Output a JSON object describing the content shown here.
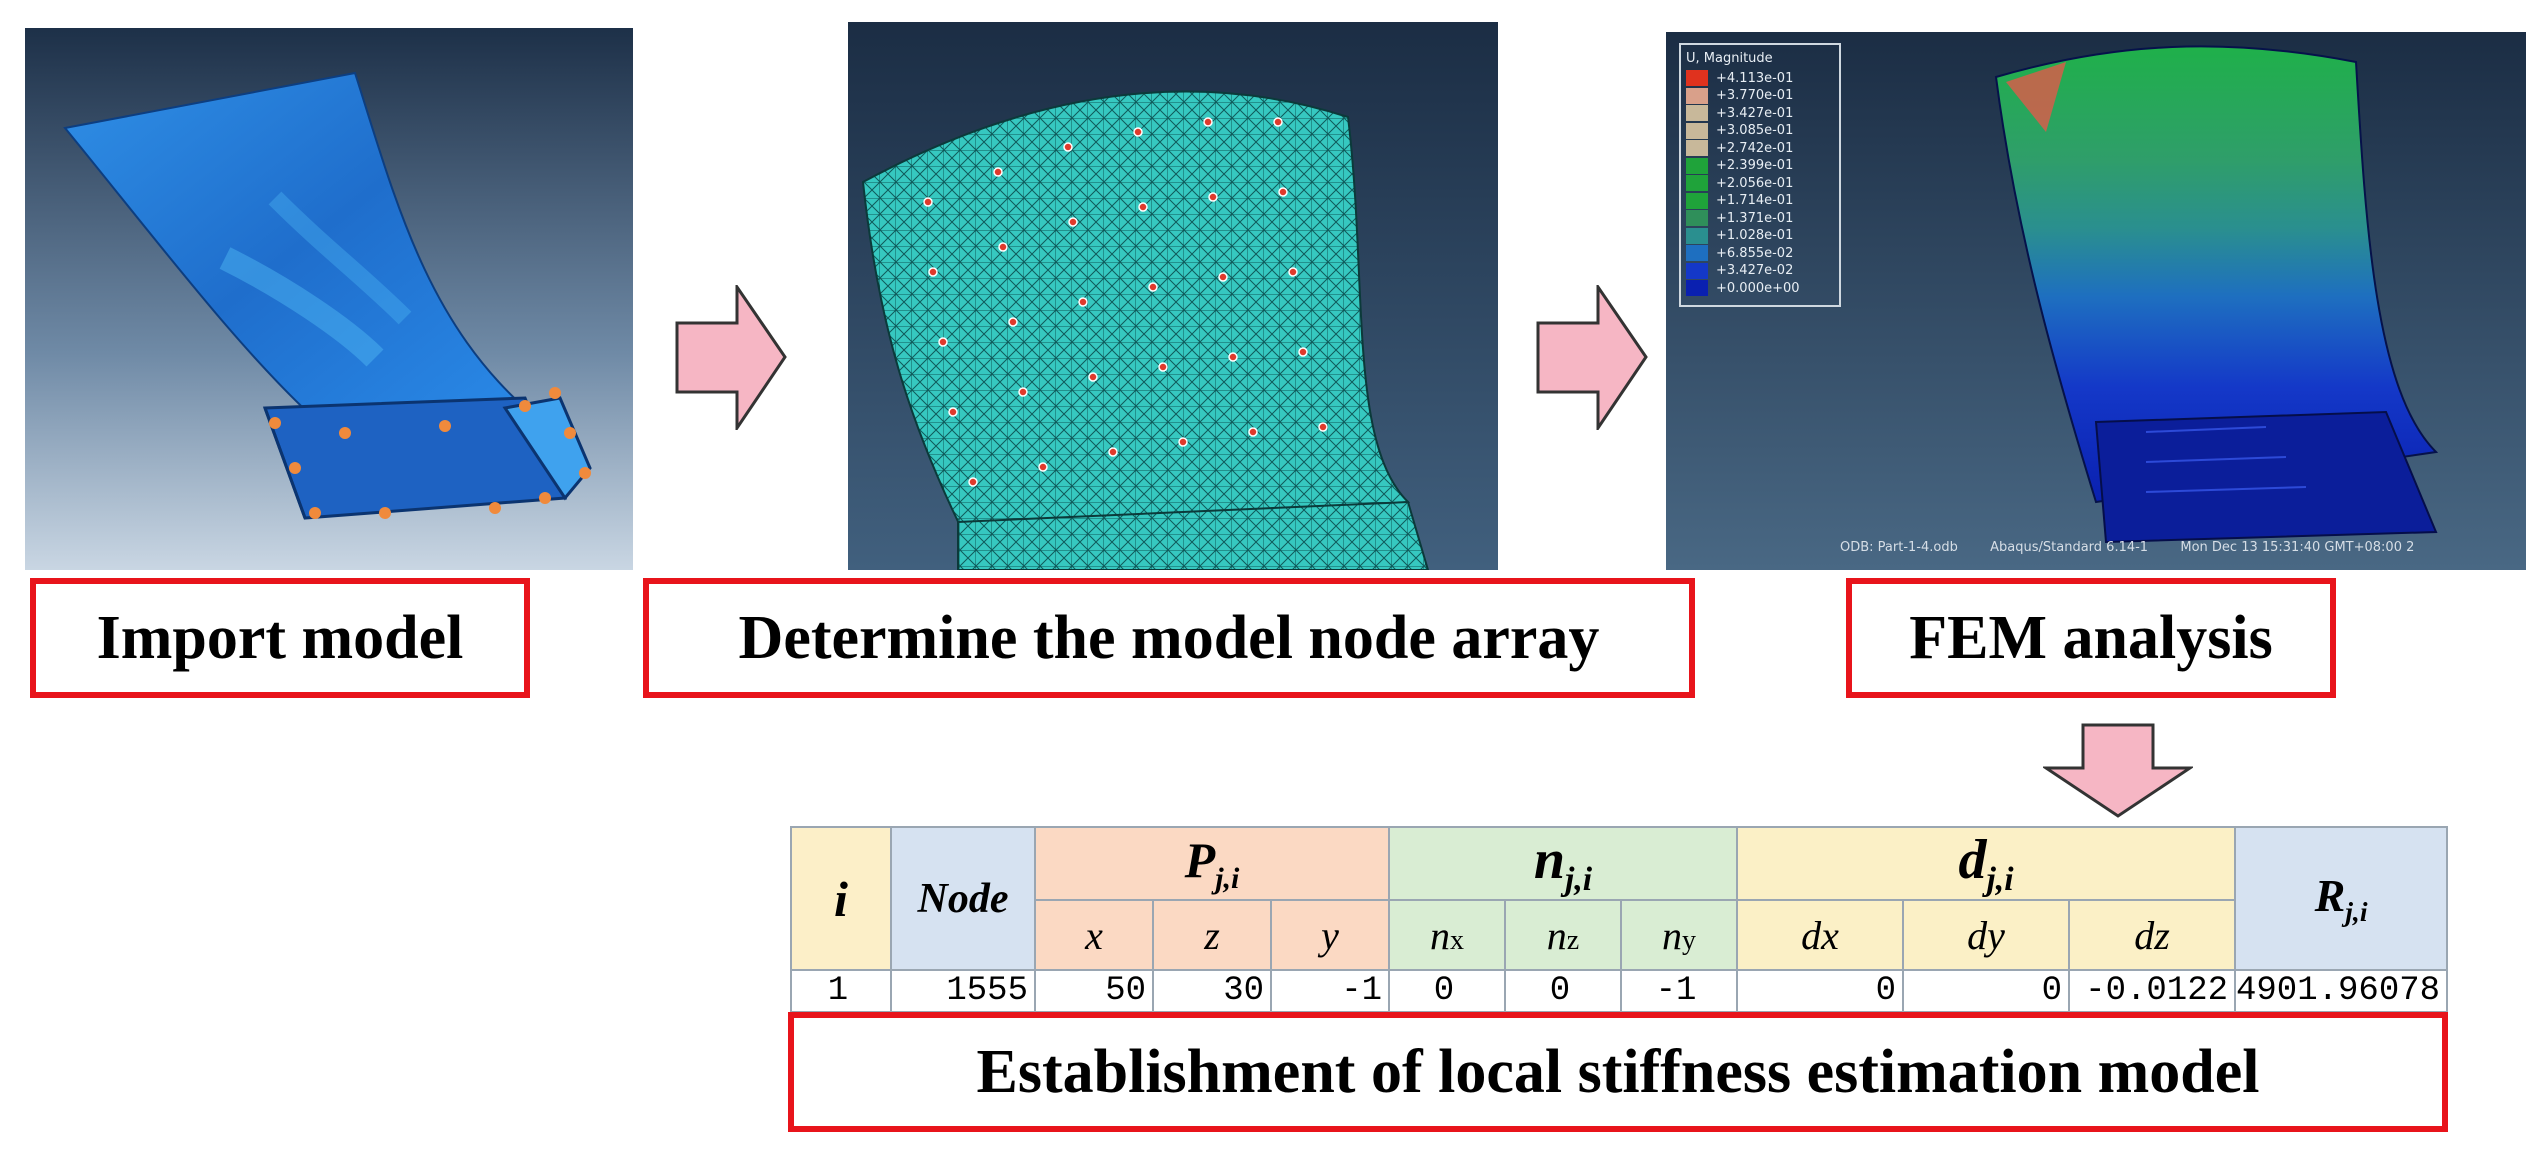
{
  "steps": [
    {
      "caption": "Import model"
    },
    {
      "caption": "Determine the model node array"
    },
    {
      "caption": "FEM analysis"
    },
    {
      "caption": "Establishment of local stiffness estimation model"
    }
  ],
  "fem": {
    "legend_title": "U, Magnitude",
    "legend_values": [
      "+4.113e-01",
      "+3.770e-01",
      "+3.427e-01",
      "+3.085e-01",
      "+2.742e-01",
      "+2.399e-01",
      "+2.056e-01",
      "+1.714e-01",
      "+1.371e-01",
      "+1.028e-01",
      "+6.855e-02",
      "+3.427e-02",
      "+0.000e+00"
    ],
    "legend_colors": [
      "#e0321e",
      "#d9a08a",
      "#c8b89a",
      "#c8b89a",
      "#c8b89a",
      "#1fa33a",
      "#1fa33a",
      "#1fa33a",
      "#2f8f5a",
      "#2a8f8f",
      "#1e6fc0",
      "#1438c8",
      "#0a20b0"
    ],
    "footer_odb": "ODB: Part-1-4.odb",
    "footer_solver": "Abaqus/Standard 6.14-1",
    "footer_date": "Mon Dec 13 15:31:40 GMT+08:00 2"
  },
  "table": {
    "headers": {
      "i": "i",
      "node": "Node",
      "p": "P",
      "p_sub": "j,i",
      "n": "n",
      "n_sub": "j,i",
      "d": "d",
      "d_sub": "j,i",
      "r": "R",
      "r_sub": "j,i"
    },
    "sub_headers": [
      "x",
      "z",
      "y",
      "n",
      "x",
      "n",
      "z",
      "n",
      "y",
      "dx",
      "dy",
      "dz"
    ],
    "row": [
      "1",
      "1555",
      "50",
      "30",
      "-1",
      "0",
      "0",
      "-1",
      "0",
      "0",
      "-0.0122",
      "4901.96078"
    ]
  },
  "colors": {
    "caption_border": "#e8141b",
    "arrow_fill": "#f6b6c4",
    "arrow_stroke": "#333333"
  }
}
